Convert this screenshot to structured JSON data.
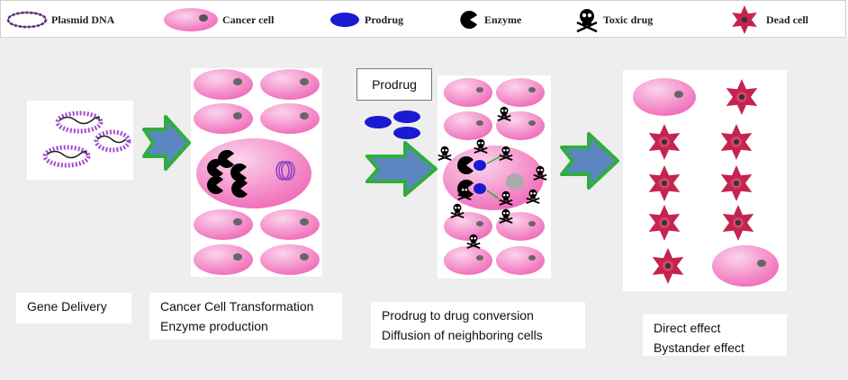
{
  "legend": [
    {
      "label": "Plasmid DNA",
      "icon": "plasmid-icon"
    },
    {
      "label": "Cancer cell",
      "icon": "cancer-cell-icon"
    },
    {
      "label": "Prodrug",
      "icon": "prodrug-icon"
    },
    {
      "label": "Enzyme",
      "icon": "enzyme-icon"
    },
    {
      "label": "Toxic drug",
      "icon": "skull-icon"
    },
    {
      "label": "Dead cell",
      "icon": "dead-cell-icon"
    }
  ],
  "steps": {
    "gene_delivery": {
      "lines": [
        "Gene Delivery"
      ]
    },
    "transformation": {
      "lines": [
        "Cancer Cell Transformation",
        "Enzyme production"
      ]
    },
    "conversion": {
      "lines": [
        "Prodrug to drug conversion",
        "Diffusion of neighboring cells"
      ]
    },
    "effect": {
      "lines": [
        "Direct effect",
        "Bystander effect"
      ]
    }
  },
  "prodrug_label": "Prodrug",
  "colors": {
    "cell_pink": "#f06ab8",
    "cell_highlight": "#fbd4ec",
    "prodrug_blue": "#1a1ad0",
    "arrow_fill": "#5b86c0",
    "arrow_border": "#2fae3a",
    "dead_cell": "#c4244e",
    "plasmid_purple": "#a34ed0"
  }
}
